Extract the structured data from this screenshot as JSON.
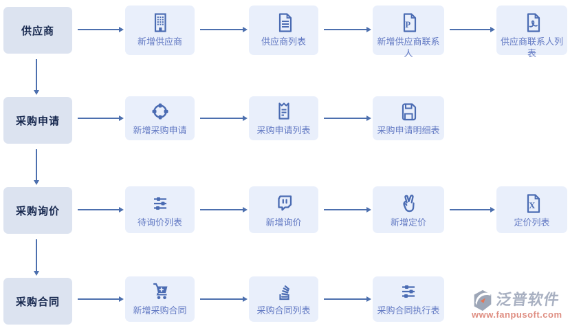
{
  "colors": {
    "label_box_bg": "#dce3f0",
    "label_text": "#16274e",
    "step_box_bg": "#e9effb",
    "icon_color": "#4a6bb2",
    "step_label_color": "#6279c3",
    "arrow_color": "#4c6fae",
    "brand_text_color": "#99a3b7",
    "brand_url_color": "#d9796a"
  },
  "flow": {
    "rows": [
      {
        "label": "供应商",
        "steps": [
          {
            "label": "新增供应商",
            "icon": "building-icon"
          },
          {
            "label": "供应商列表",
            "icon": "file-lines-icon"
          },
          {
            "label": "新增供应商联系人",
            "icon": "file-p-icon"
          },
          {
            "label": "供应商联系人列表",
            "icon": "file-pdf-icon"
          }
        ]
      },
      {
        "label": "采购申请",
        "steps": [
          {
            "label": "新增采购申请",
            "icon": "crosshair-icon"
          },
          {
            "label": "采购申请列表",
            "icon": "receipt-icon"
          },
          {
            "label": "采购申请明细表",
            "icon": "save-icon"
          }
        ]
      },
      {
        "label": "采购询价",
        "steps": [
          {
            "label": "待询价列表",
            "icon": "sliders-icon"
          },
          {
            "label": "新增询价",
            "icon": "chat-bubble-icon"
          },
          {
            "label": "新增定价",
            "icon": "victory-hand-icon"
          },
          {
            "label": "定价列表",
            "icon": "file-x-icon"
          }
        ]
      },
      {
        "label": "采购合同",
        "steps": [
          {
            "label": "新增采购合同",
            "icon": "cart-plus-icon"
          },
          {
            "label": "采购合同列表",
            "icon": "stacked-bars-icon"
          },
          {
            "label": "采购合同执行表",
            "icon": "sliders-icon"
          }
        ]
      }
    ]
  },
  "watermark": {
    "brand": "泛普软件",
    "url": "www.fanpusoft.com"
  }
}
